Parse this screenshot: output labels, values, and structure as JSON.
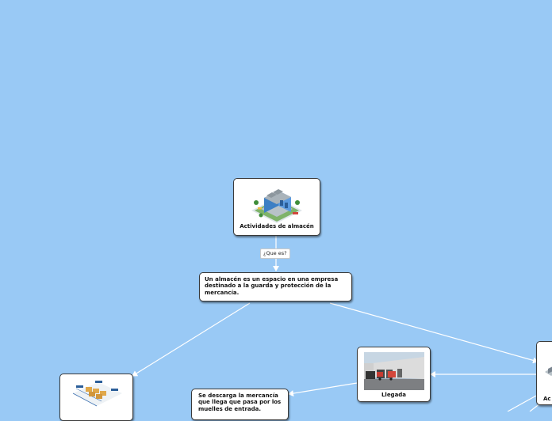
{
  "nodes": {
    "root": {
      "title": "Actividades de almacén",
      "image": "warehouse-building-illustration"
    },
    "definition": {
      "text": "Un almacén es un espacio en una empresa destinado a la guarda y protección de la mercancía."
    },
    "arrival": {
      "title": "Llegada",
      "image": "loading-dock-trucks-photo"
    },
    "unloading": {
      "text": "Se descarga la mercancía que llega que pasa por los muelles de entrada."
    },
    "right_partial": {
      "title": "Ac",
      "image": "warehouse-illustration"
    },
    "left_partial": {
      "image": "warehouse-racks-isometric-illustration"
    }
  },
  "links": {
    "what_is": "¿Que es?"
  },
  "colors": {
    "background": "#99c9f5",
    "node_border": "#3a3a3a",
    "connector": "#ffffff"
  }
}
